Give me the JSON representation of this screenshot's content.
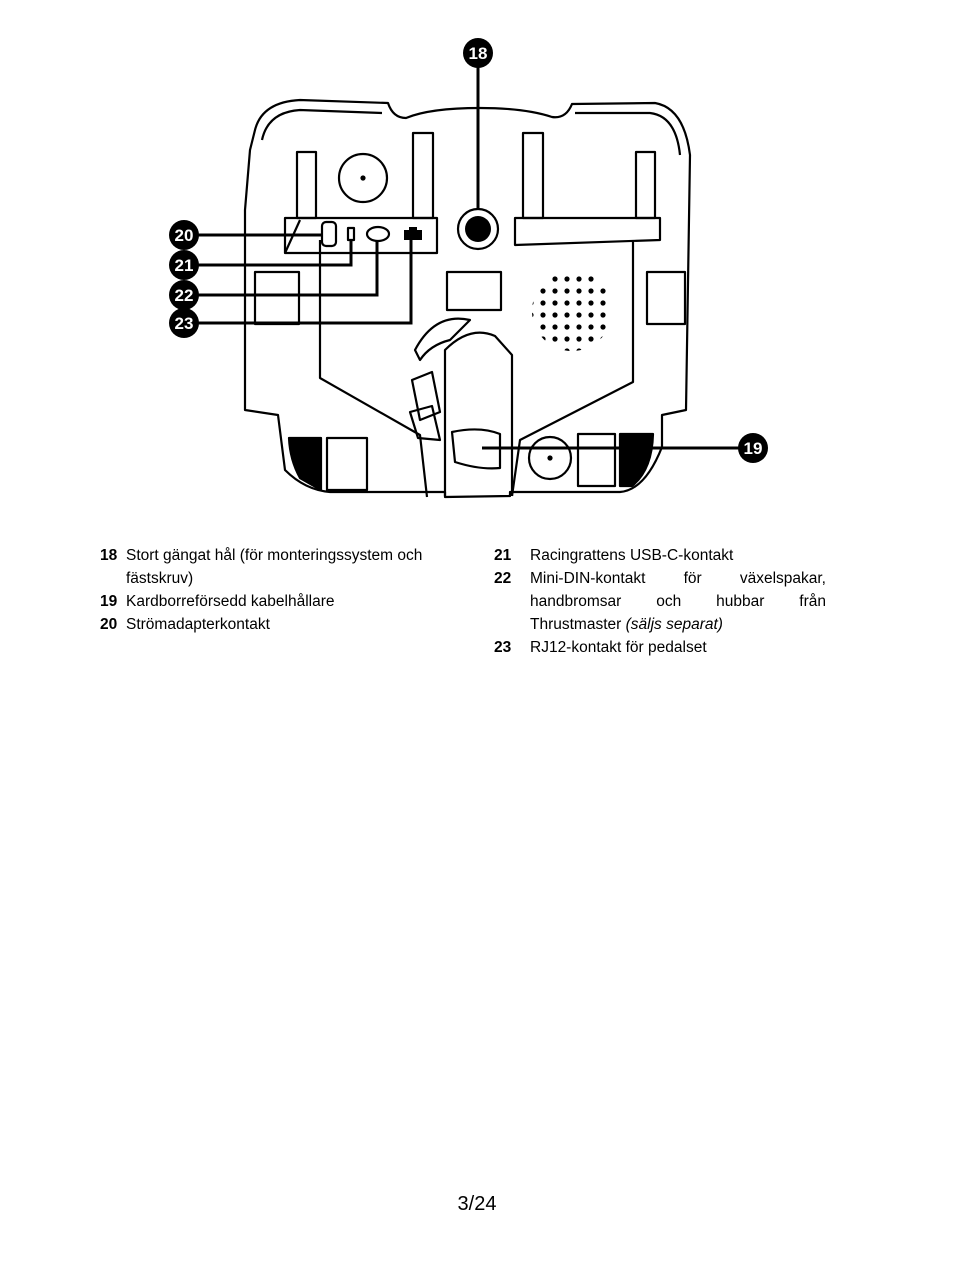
{
  "diagram": {
    "callouts": [
      {
        "num": "18"
      },
      {
        "num": "19"
      },
      {
        "num": "20"
      },
      {
        "num": "21"
      },
      {
        "num": "22"
      },
      {
        "num": "23"
      }
    ]
  },
  "legend": {
    "left": [
      {
        "num": "18",
        "text": "Stort gängat hål (för monteringssystem och fästskruv)"
      },
      {
        "num": "19",
        "text": "Kardborreförsedd kabelhållare"
      },
      {
        "num": "20",
        "text": "Strömadapterkontakt"
      }
    ],
    "right": [
      {
        "num": "21",
        "text": "Racingrattens USB-C-kontakt"
      },
      {
        "num": "22",
        "text": "Mini-DIN-kontakt för växelspakar, handbromsar och hubbar från Thrustmaster",
        "italic": "(säljs separat)"
      },
      {
        "num": "23",
        "text": "RJ12-kontakt för pedalset"
      }
    ]
  },
  "page": {
    "number": "3/24"
  }
}
